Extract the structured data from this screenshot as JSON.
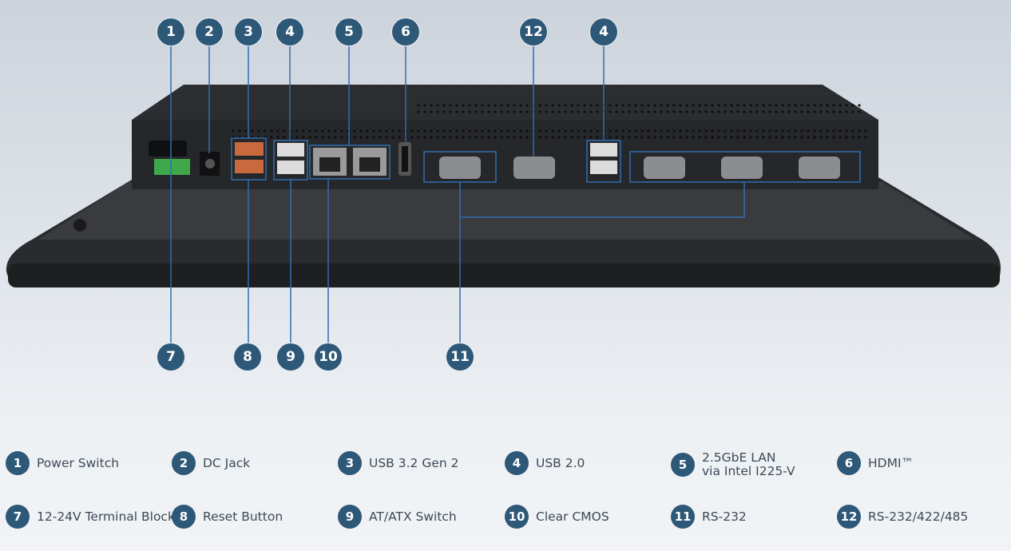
{
  "callouts_top": [
    "1",
    "2",
    "3",
    "4",
    "5",
    "6",
    "12",
    "4"
  ],
  "callouts_bottom": [
    "7",
    "8",
    "9",
    "10",
    "11"
  ],
  "legend": [
    {
      "num": "1",
      "label": "Power Switch"
    },
    {
      "num": "2",
      "label": "DC Jack"
    },
    {
      "num": "3",
      "label": "USB 3.2 Gen 2"
    },
    {
      "num": "4",
      "label": "USB 2.0"
    },
    {
      "num": "5",
      "label": "2.5GbE LAN",
      "label2": "via Intel I225-V"
    },
    {
      "num": "6",
      "label": "HDMI™"
    },
    {
      "num": "7",
      "label": "12-24V Terminal Block"
    },
    {
      "num": "8",
      "label": "Reset Button"
    },
    {
      "num": "9",
      "label": "AT/ATX Switch"
    },
    {
      "num": "10",
      "label": "Clear CMOS"
    },
    {
      "num": "11",
      "label": "RS-232"
    },
    {
      "num": "12",
      "label": "RS-232/422/485"
    }
  ],
  "colors": {
    "badge": "#2e5878",
    "line": "#2f6fb0"
  }
}
